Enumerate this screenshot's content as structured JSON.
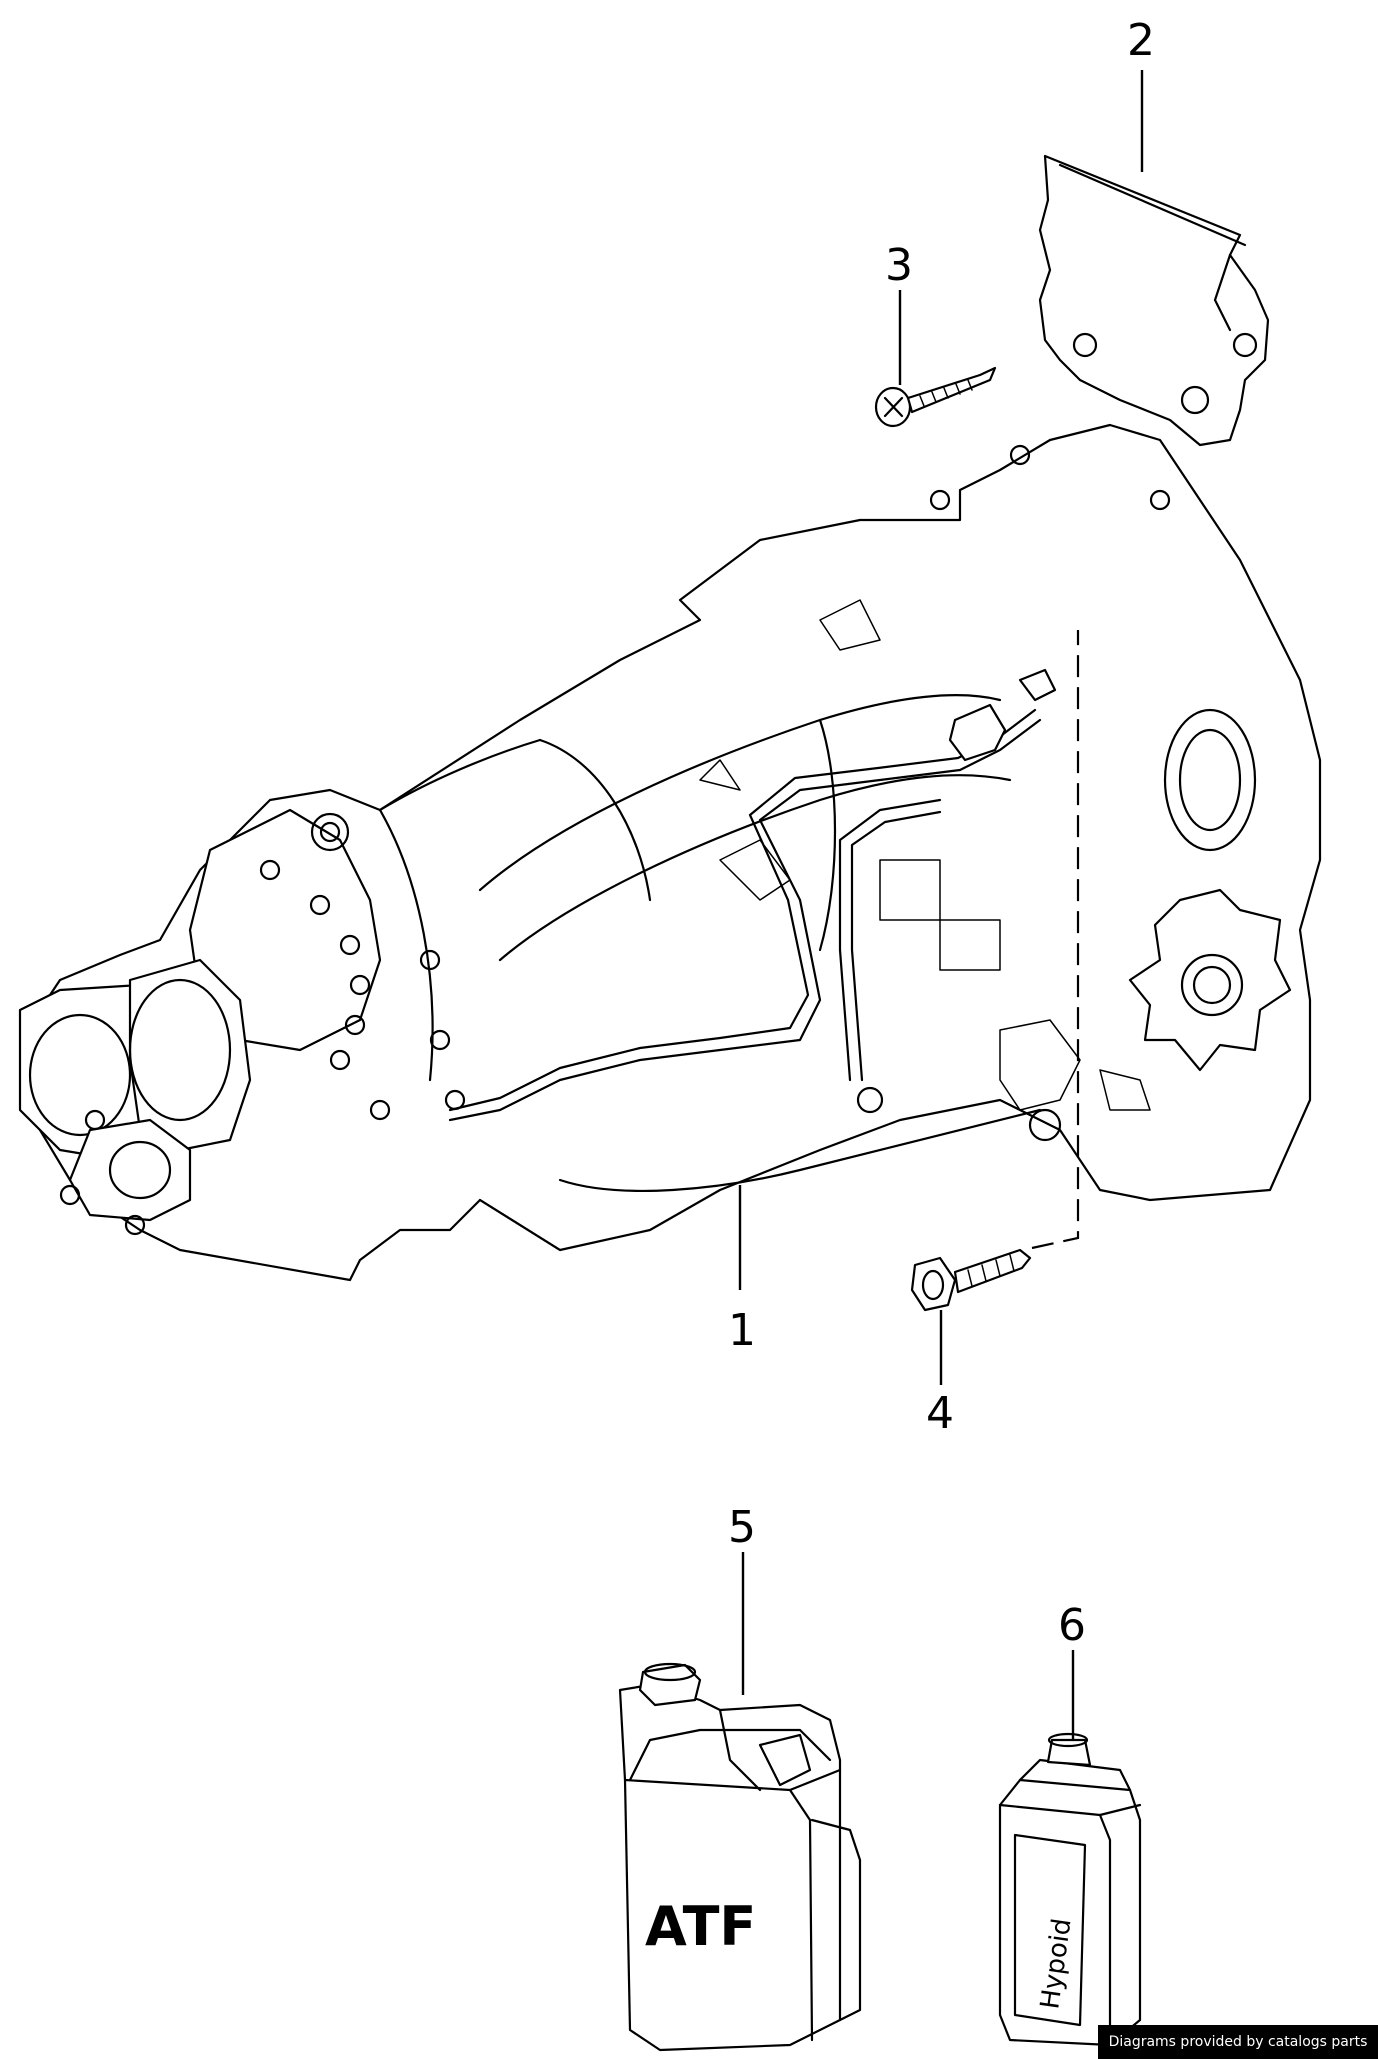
{
  "callouts": [
    {
      "id": "1",
      "label": "1"
    },
    {
      "id": "2",
      "label": "2"
    },
    {
      "id": "3",
      "label": "3"
    },
    {
      "id": "4",
      "label": "4"
    },
    {
      "id": "5",
      "label": "5"
    },
    {
      "id": "6",
      "label": "6"
    }
  ],
  "containers": {
    "atf_label": "ATF",
    "hypoid_label": "Hypoid"
  },
  "credit": "Diagrams provided by catalogs parts"
}
